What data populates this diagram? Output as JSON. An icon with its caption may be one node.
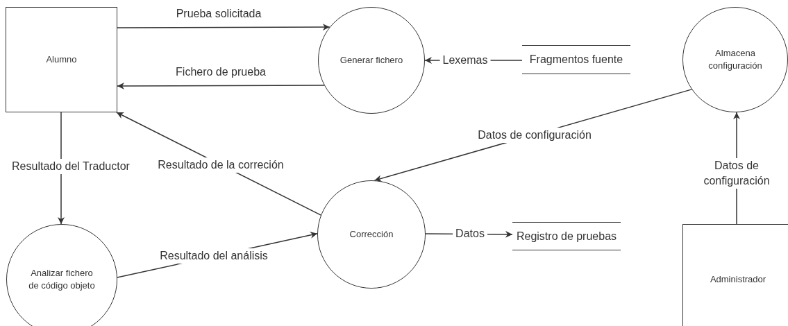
{
  "diagram": {
    "nodes": [
      {
        "text": [
          "Alumno"
        ]
      },
      {
        "text": [
          "Generar fichero"
        ]
      },
      {
        "text": [
          "Fragmentos fuente"
        ]
      },
      {
        "text": [
          "Almacena configuración"
        ]
      },
      {
        "text": [
          "Corrección"
        ]
      },
      {
        "text": [
          "Registro de pruebas"
        ]
      },
      {
        "text": [
          "Analizar fichero de código objeto"
        ]
      },
      {
        "text": [
          "Administrador"
        ]
      }
    ],
    "edges": [
      {
        "from": 0,
        "to": 1,
        "arrow": "to",
        "label": "Prueba solicitada"
      },
      {
        "from": 1,
        "to": 0,
        "arrow": "to",
        "label": "Fichero de prueba"
      },
      {
        "from": 2,
        "to": 1,
        "arrow": "to",
        "label": "Lexemas"
      },
      {
        "from": 3,
        "to": 4,
        "arrow": "to",
        "label": "Datos de configuración"
      },
      {
        "from": 7,
        "to": 3,
        "arrow": "to",
        "label": "Datos de configuración"
      },
      {
        "from": 0,
        "to": 6,
        "arrow": "to",
        "label": "Resultado del Traductor"
      },
      {
        "from": 4,
        "to": 0,
        "arrow": "to",
        "label": "Resultado de la correción"
      },
      {
        "from": 6,
        "to": 4,
        "arrow": "to",
        "label": "Resultado del análisis"
      },
      {
        "from": 4,
        "to": 5,
        "arrow": "to",
        "label": "Datos"
      }
    ]
  }
}
